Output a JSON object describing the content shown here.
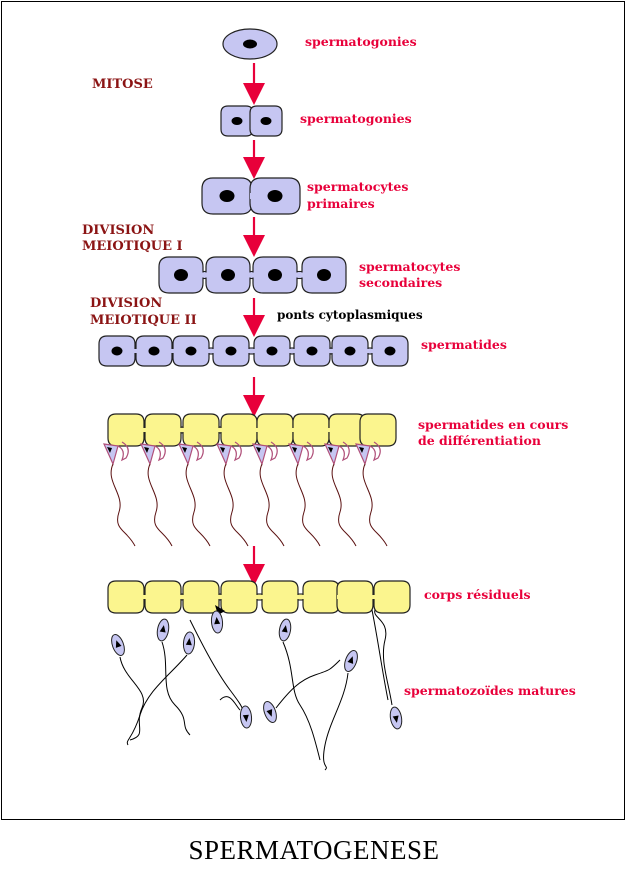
{
  "diagram": {
    "stages": [
      {
        "id": "s1",
        "label": "spermatogonies"
      },
      {
        "id": "s2",
        "label": "spermatogonies"
      },
      {
        "id": "s3",
        "label": "spermatocytes primaires",
        "lines": [
          "spermatocytes",
          "primaires"
        ]
      },
      {
        "id": "s4",
        "label": "spermatocytes secondaires",
        "lines": [
          "spermatocytes",
          "secondaires"
        ]
      },
      {
        "id": "s5",
        "label": "spermatides"
      },
      {
        "id": "s6",
        "label": "spermatides en cours de différentiation",
        "lines": [
          "spermatides en cours",
          "de différentiation"
        ]
      },
      {
        "id": "s7",
        "label": "corps résiduels"
      },
      {
        "id": "s8",
        "label": "spermatozoïdes matures"
      }
    ],
    "processes": [
      {
        "id": "p1",
        "lines": [
          "MITOSE"
        ]
      },
      {
        "id": "p2",
        "lines": [
          "DIVISION",
          "MEIOTIQUE I"
        ]
      },
      {
        "id": "p3",
        "lines": [
          "DIVISION",
          "MEIOTIQUE II"
        ]
      }
    ],
    "annotation": "ponts cytoplasmiques",
    "caption": "SPERMATOGENESE"
  },
  "colors": {
    "cell_fill": "#c6c6f2",
    "residual_fill": "#fbf58e",
    "arrow": "#e8003a",
    "label": "#e8003a",
    "process_label": "#8b1414",
    "tail": "#5a1010",
    "head_outline": "#b0507a"
  }
}
